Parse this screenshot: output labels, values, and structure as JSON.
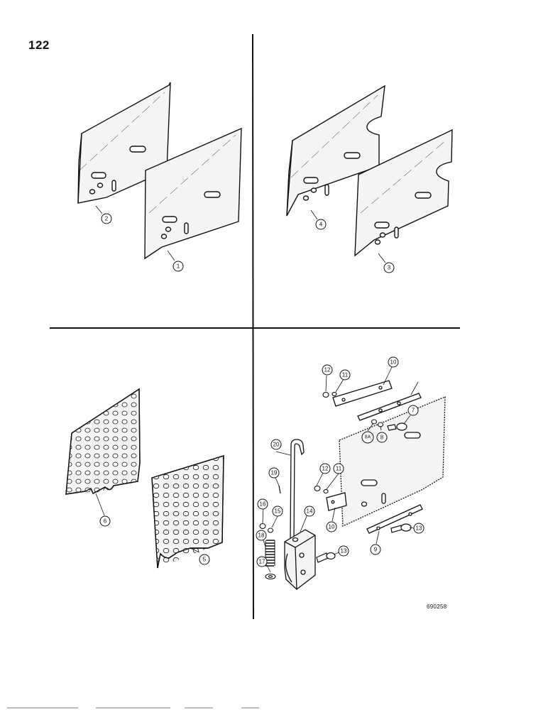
{
  "page_number": "122",
  "figure_code": "690258",
  "callouts": [
    "1",
    "2",
    "3",
    "4",
    "5",
    "6",
    "7",
    "8",
    "8A",
    "9",
    "10",
    "10",
    "11",
    "11",
    "12",
    "12",
    "13",
    "13",
    "14",
    "15",
    "16",
    "17",
    "18",
    "19",
    "20"
  ],
  "colors": {
    "ink": "#111111",
    "paper": "#ffffff",
    "plate_fill": "#f4f4f4"
  }
}
